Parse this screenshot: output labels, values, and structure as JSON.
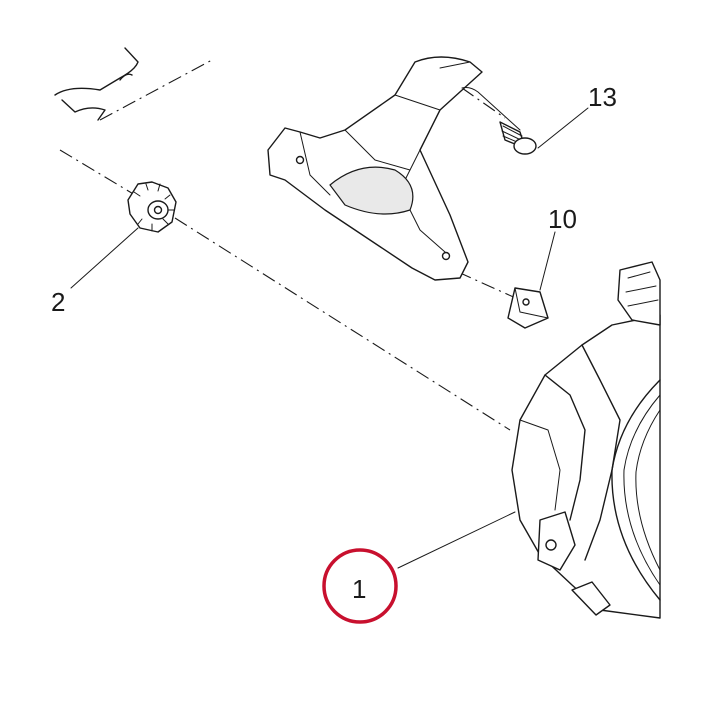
{
  "diagram": {
    "callouts": [
      {
        "id": "part-1",
        "label": "1",
        "highlighted": true
      },
      {
        "id": "part-2",
        "label": "2"
      },
      {
        "id": "part-10",
        "label": "10"
      },
      {
        "id": "part-13",
        "label": "13"
      }
    ],
    "highlight_color": "#c8102e",
    "line_color": "#1a1a1a"
  }
}
